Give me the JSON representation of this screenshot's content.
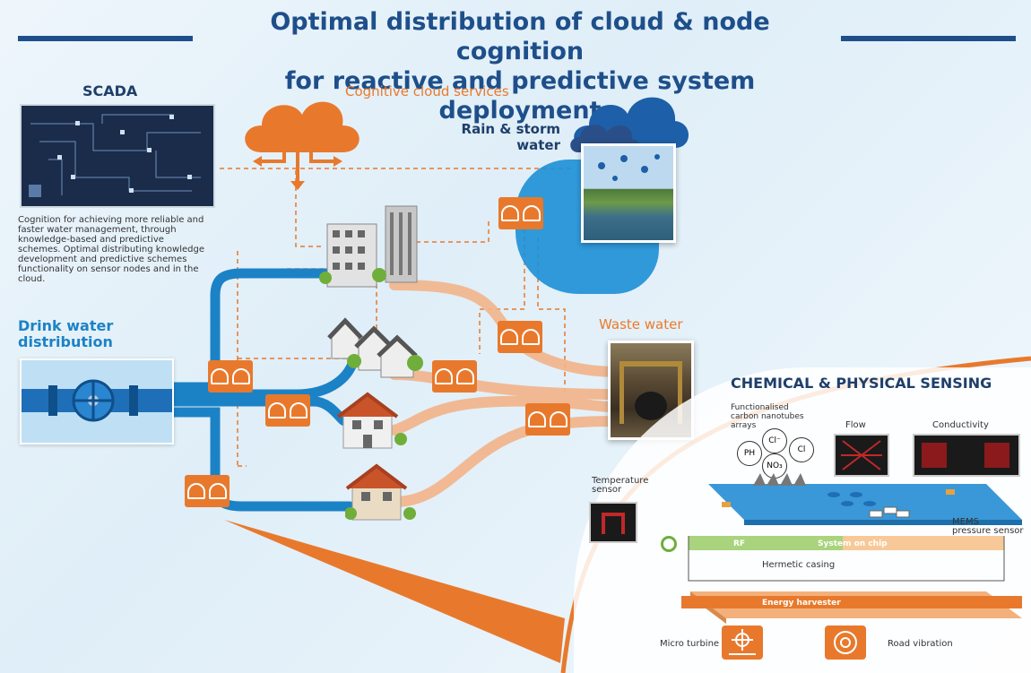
{
  "title": {
    "line1": "Optimal distribution of cloud & node cognition",
    "line2": "for reactive and predictive system deployment"
  },
  "scada": {
    "label": "SCADA",
    "description": "Cognition for achieving more reliable and faster water management, through knowledge-based and predictive schemes. Optimal distributing knowledge development and predictive schemes functionality on sensor nodes and in the cloud."
  },
  "cloud_services": {
    "label": "Cognitive cloud services"
  },
  "rain": {
    "label_line1": "Rain & storm",
    "label_line2": "water"
  },
  "drink_water": {
    "label_line1": "Drink water",
    "label_line2": "distribution"
  },
  "waste_water": {
    "label": "Waste water"
  },
  "sensing": {
    "title": "CHEMICAL & PHYSICAL SENSING",
    "nanotubes_line1": "Functionalised",
    "nanotubes_line2": "carbon nanotubes",
    "nanotubes_line3": "arrays",
    "ions": [
      "PH",
      "Cl⁻",
      "Cl",
      "NO₃"
    ],
    "flow": "Flow",
    "conductivity": "Conductivity",
    "temperature_line1": "Temperature",
    "temperature_line2": "sensor",
    "mems_line1": "MEMS",
    "mems_line2": "pressure sensor",
    "rf": "RF",
    "soc": "System on chip",
    "hermetic": "Hermetic casing",
    "energy": "Energy harvester",
    "micro_turbine": "Micro turbine",
    "road_vibration": "Road vibration"
  },
  "colors": {
    "accent_orange": "#e8792c",
    "title_blue": "#1e4f8a",
    "pipe_blue": "#1c82c6",
    "pipe_peach": "#f2b48a"
  }
}
